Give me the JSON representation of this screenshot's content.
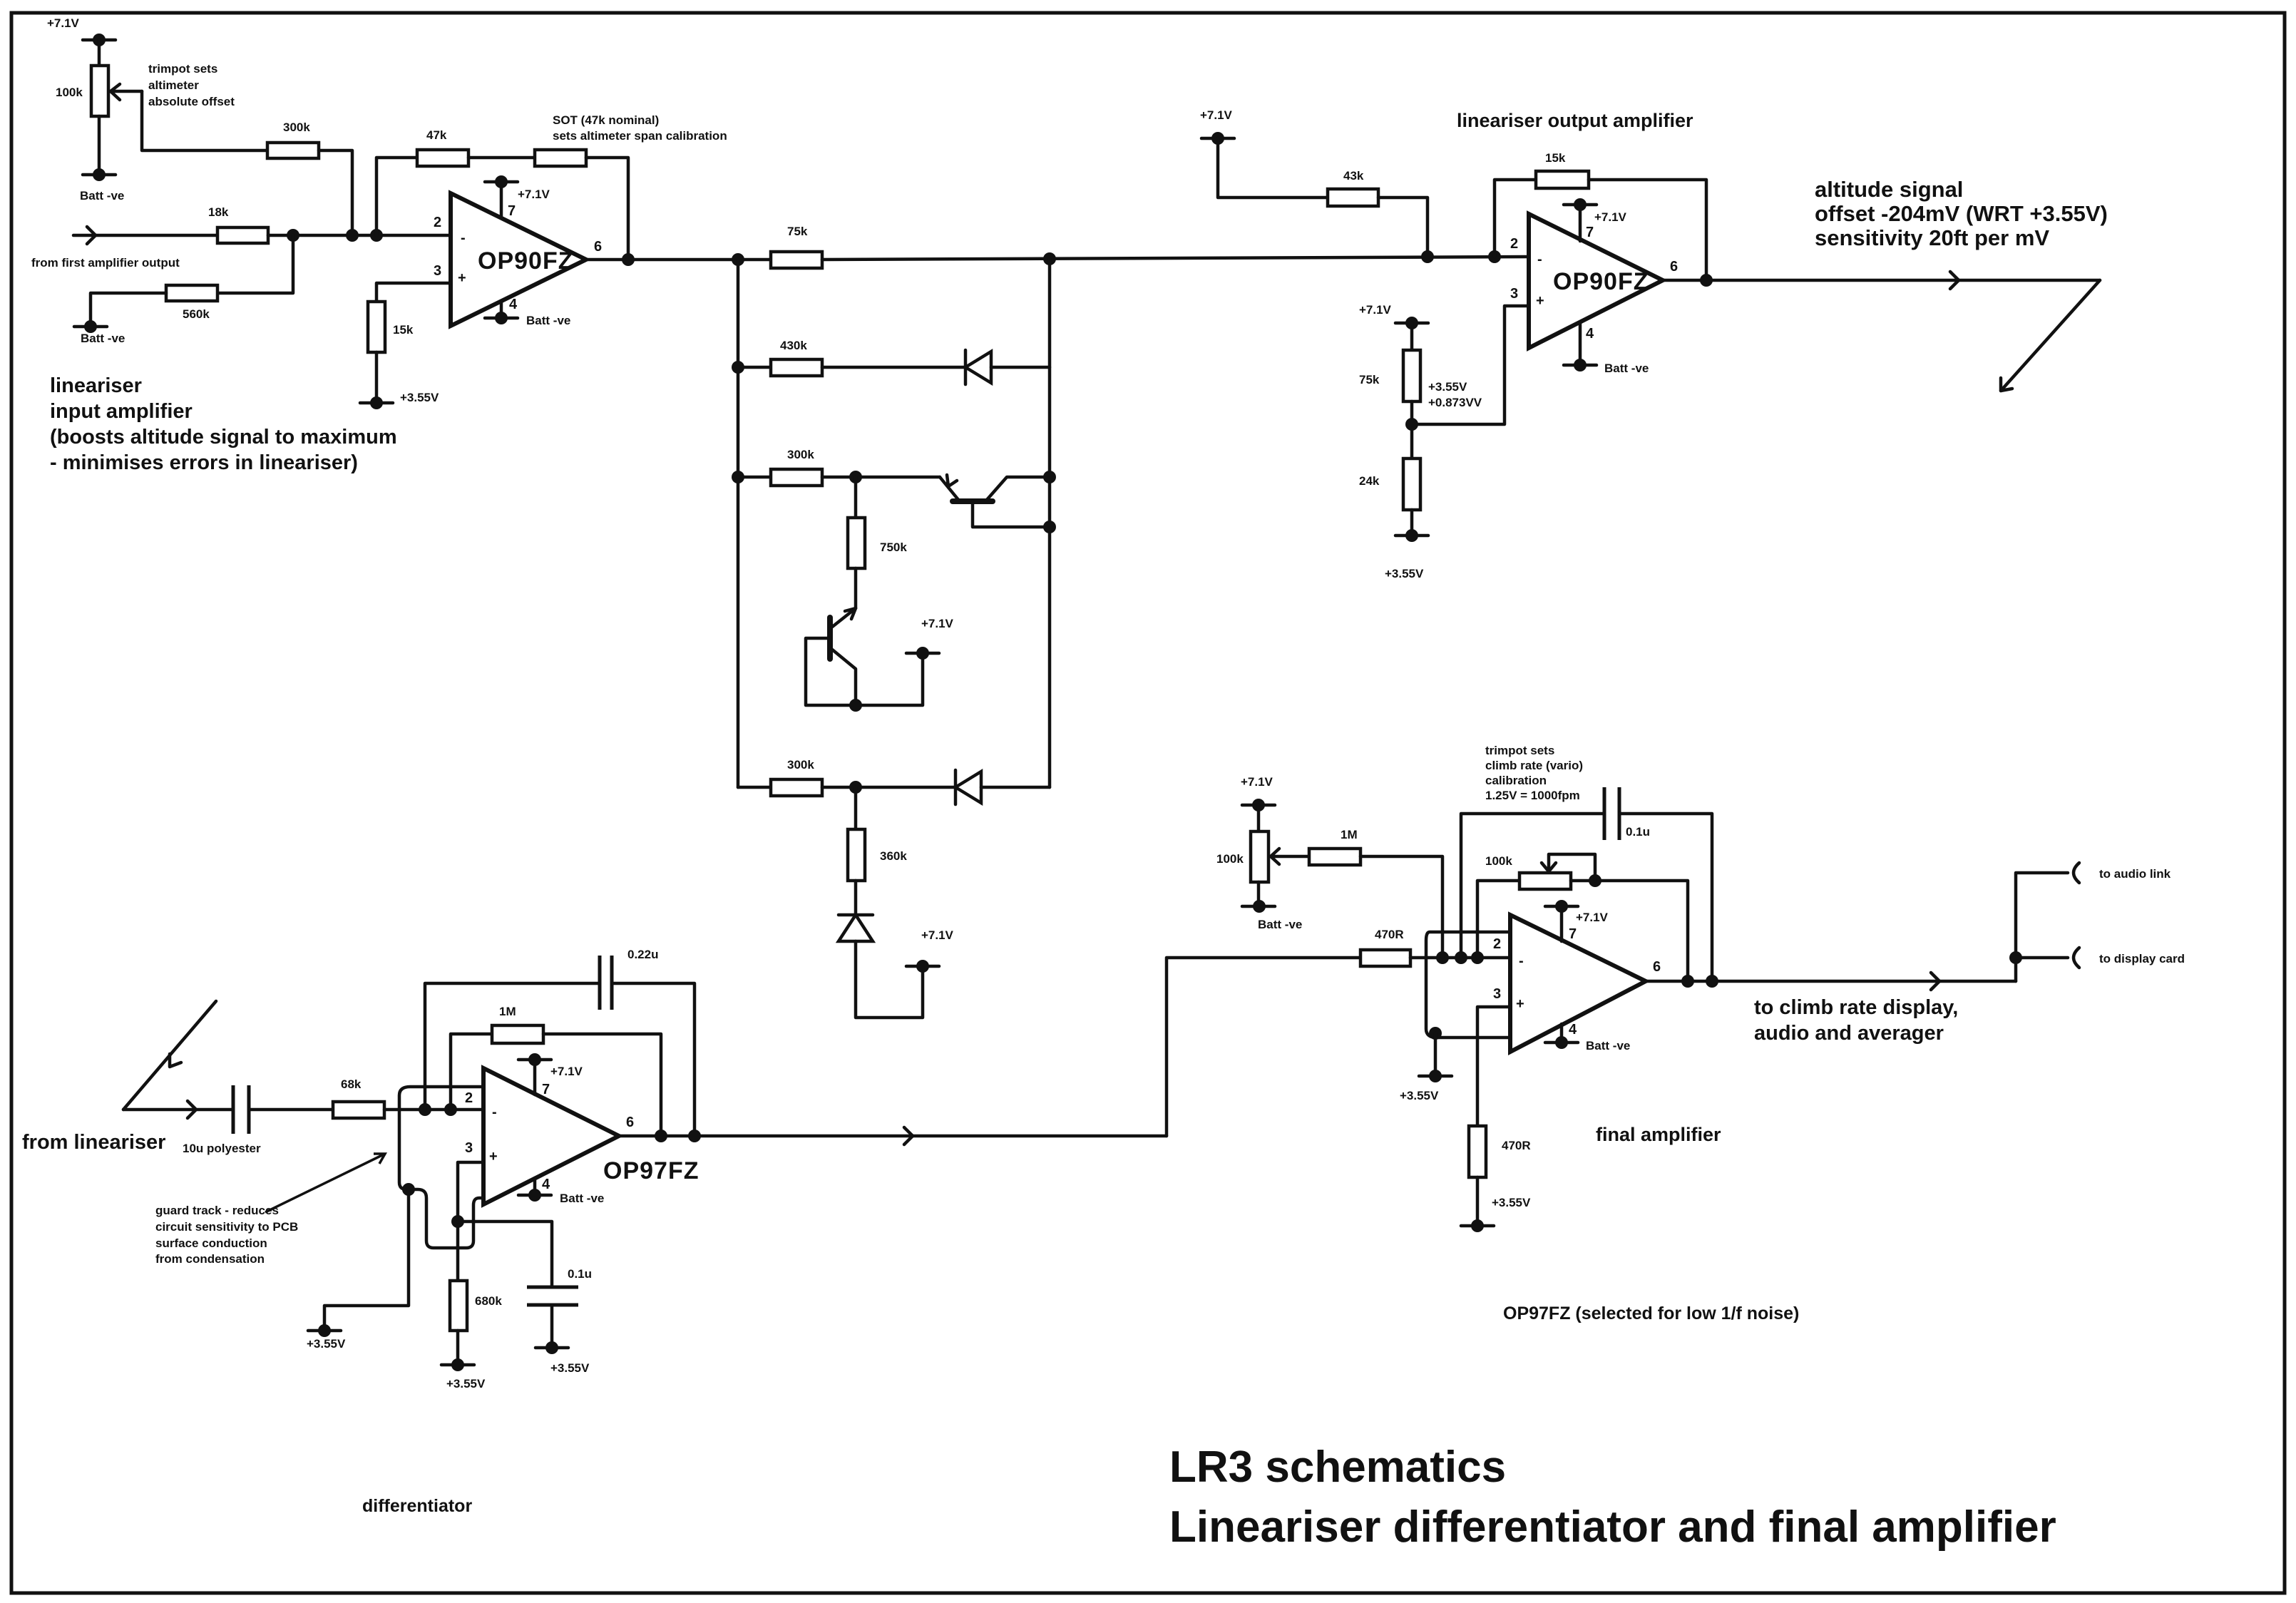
{
  "title": {
    "line1": "LR3 schematics",
    "line2": "Lineariser differentiator and final amplifier"
  },
  "colors": {
    "ink": "#111111",
    "paper": "#ffffff"
  },
  "rails": {
    "vpos": "+7.1V",
    "vmid": "+3.55V",
    "vneg": "Batt -ve"
  },
  "input_amplifier": {
    "opamp": "OP90FZ",
    "pins": {
      "inv": "2",
      "noninv": "3",
      "out": "6",
      "vplus": "7",
      "vminus": "4",
      "inv_sign": "-",
      "noninv_sign": "+"
    },
    "trimpot": "100k",
    "trimpot_note": [
      "trimpot sets",
      "altimeter",
      "absolute offset"
    ],
    "r_offset": "300k",
    "r_input": "18k",
    "r_shunt": "560k",
    "r_feedback": "47k",
    "r_sot": "SOT (47k nominal)",
    "sot_note": "sets altimeter span calibration",
    "r_bias": "15k",
    "input_label": "from first amplifier output",
    "description": [
      "lineariser",
      "input amplifier",
      "(boosts altitude signal to maximum",
      "- minimises errors in lineariser)"
    ]
  },
  "lineariser": {
    "r_series": "75k",
    "r_branch1": "430k",
    "r_branch2": "300k",
    "r_transistor_bias": "750k",
    "r_branch3": "300k",
    "r_zener": "360k"
  },
  "output_amplifier": {
    "heading": "lineariser output amplifier",
    "opamp": "OP90FZ",
    "pins": {
      "inv": "2",
      "noninv": "3",
      "out": "6",
      "vplus": "7",
      "vminus": "4",
      "inv_sign": "-",
      "noninv_sign": "+"
    },
    "r_pullup": "43k",
    "r_feedback": "15k",
    "r_div_top": "75k",
    "r_div_bottom": "24k",
    "div_note": [
      "+3.55V",
      "+0.873VV"
    ],
    "signal_note": [
      "altitude signal",
      "offset -204mV (WRT +3.55V)",
      "sensitivity 20ft per mV"
    ]
  },
  "differentiator": {
    "heading": "differentiator",
    "opamp": "OP97FZ",
    "pins": {
      "inv": "2",
      "noninv": "3",
      "out": "6",
      "vplus": "7",
      "vminus": "4",
      "inv_sign": "-",
      "noninv_sign": "+"
    },
    "input_label": "from lineariser",
    "c_input": "10u polyester",
    "r_input": "68k",
    "r_feedback": "1M",
    "c_feedback": "0.22u",
    "r_bias": "680k",
    "c_bias": "0.1u",
    "guard_note": [
      "guard track - reduces",
      "circuit sensitivity to PCB",
      "surface conduction",
      "from condensation"
    ]
  },
  "final_amplifier": {
    "heading": "final amplifier",
    "opamp_note": "OP97FZ (selected for low 1/f noise)",
    "pins": {
      "inv": "2",
      "noninv": "3",
      "out": "6",
      "vplus": "7",
      "vminus": "4",
      "inv_sign": "-",
      "noninv_sign": "+"
    },
    "offset_trimpot": "100k",
    "r_offset": "1M",
    "r_input": "470R",
    "feedback_trimpot": "100k",
    "c_feedback": "0.1u",
    "r_bias": "470R",
    "trimpot_note": [
      "trimpot sets",
      "climb rate (vario)",
      "calibration",
      "1.25V = 1000fpm"
    ],
    "output_note": [
      "to climb rate display,",
      "audio and averager"
    ],
    "outputs": [
      "to audio link",
      "to display card"
    ]
  }
}
